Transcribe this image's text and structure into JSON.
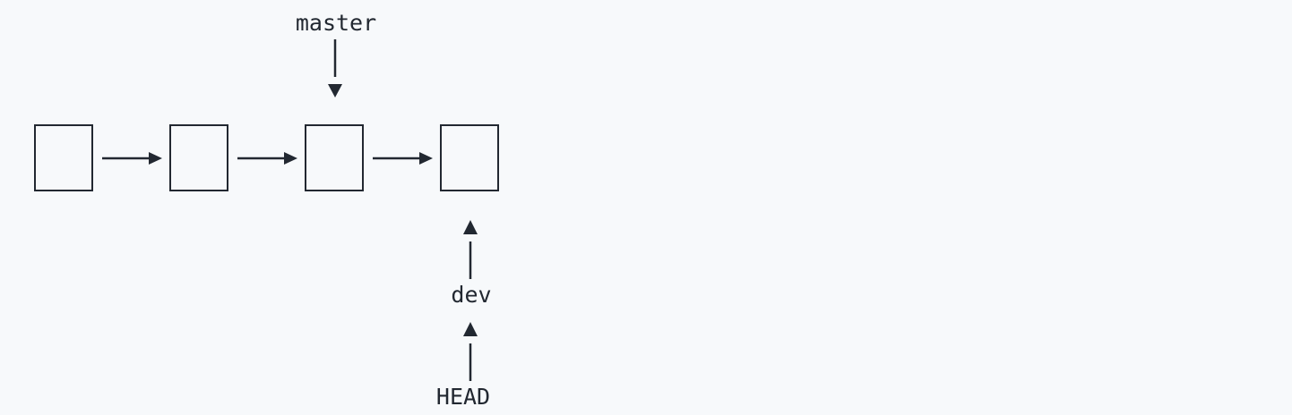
{
  "diagram": {
    "commits": [
      {
        "id": "c1"
      },
      {
        "id": "c2"
      },
      {
        "id": "c3"
      },
      {
        "id": "c4"
      }
    ],
    "refs": {
      "master": "master",
      "dev": "dev",
      "head": "HEAD"
    }
  },
  "colors": {
    "background": "#f7f9fb",
    "stroke": "#222831"
  }
}
